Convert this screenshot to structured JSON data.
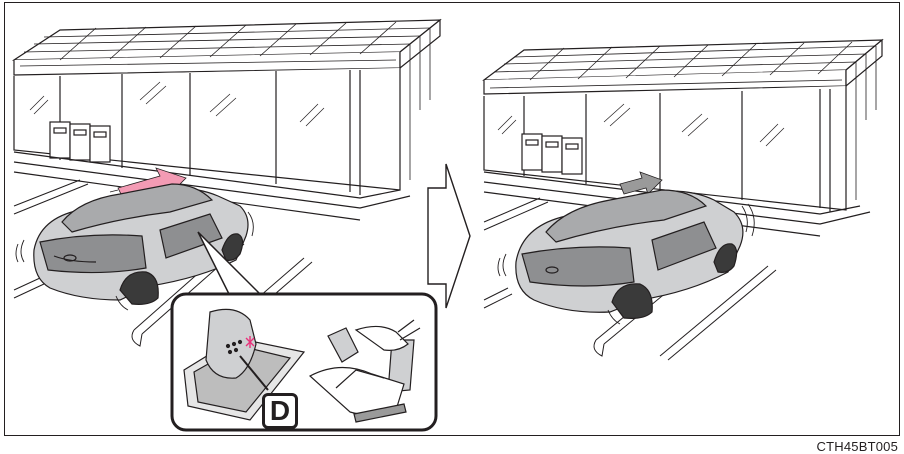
{
  "figure": {
    "code": "CTH45BT005",
    "shift_indicator": "D"
  },
  "colors": {
    "line": "#231f20",
    "car_fill": "#cfd0d2",
    "car_dark": "#8e8f91",
    "arrow_pink": "#f39bb4",
    "arrow_gray": "#9a9a9a",
    "highlight": "#e8327a",
    "wall": "#ececec"
  },
  "icons": [
    "car-illustration",
    "building-illustration",
    "transition-arrow-icon",
    "shift-lever-inset",
    "pedal-inset"
  ]
}
